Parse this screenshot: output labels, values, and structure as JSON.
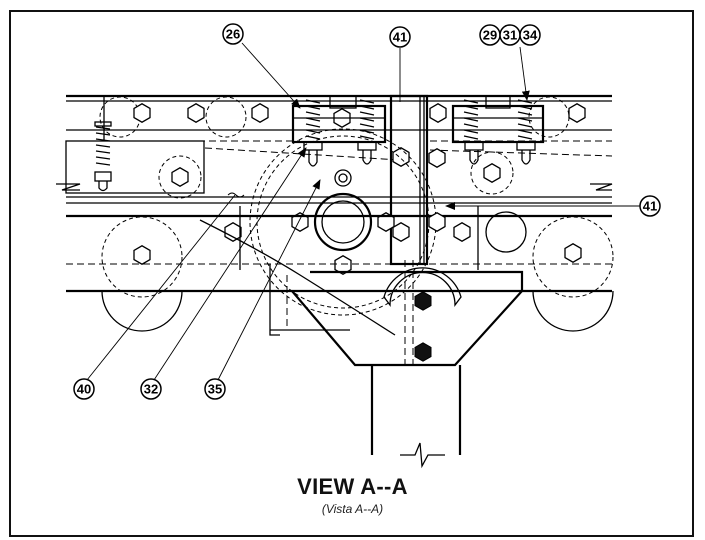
{
  "callouts": [
    {
      "id": "c26",
      "label": "26"
    },
    {
      "id": "c41a",
      "label": "41"
    },
    {
      "id": "c29",
      "label": "29"
    },
    {
      "id": "c31",
      "label": "31"
    },
    {
      "id": "c34",
      "label": "34"
    },
    {
      "id": "c41b",
      "label": "41"
    },
    {
      "id": "c40",
      "label": "40"
    },
    {
      "id": "c32",
      "label": "32"
    },
    {
      "id": "c35",
      "label": "35"
    }
  ],
  "caption": {
    "title": "VIEW A--A",
    "subtitle": "(Vista A--A)"
  }
}
